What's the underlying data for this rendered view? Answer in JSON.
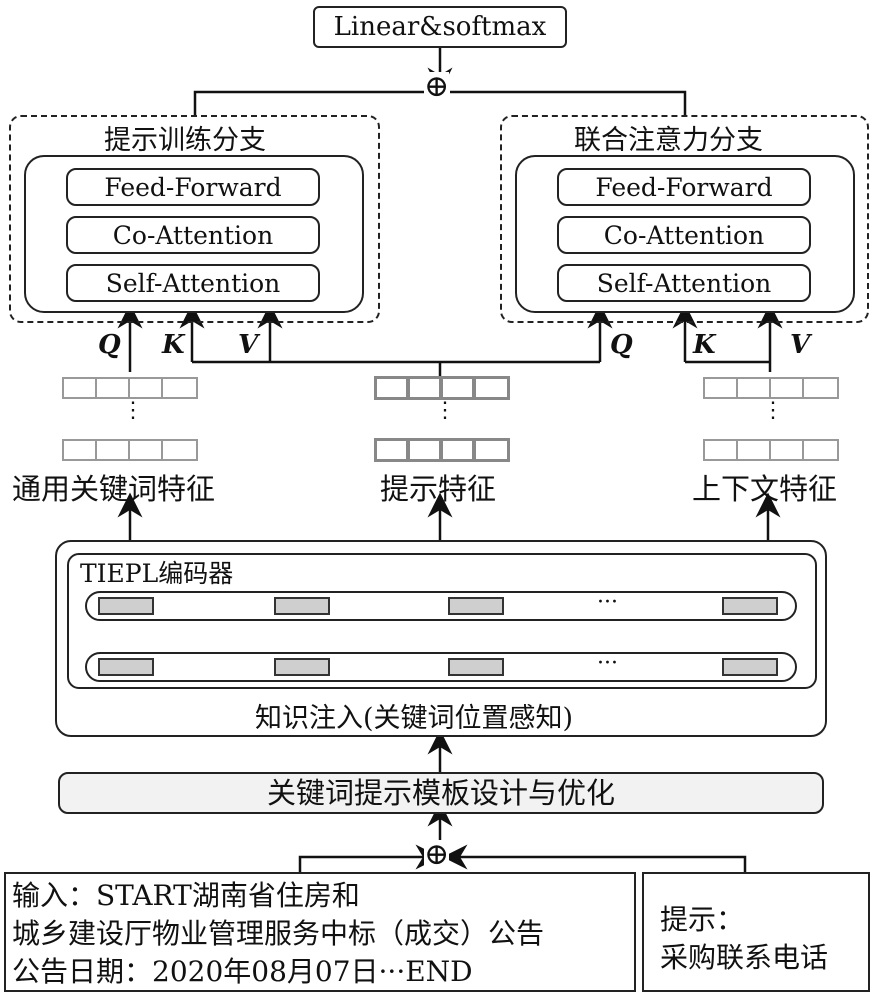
{
  "output": {
    "label": "Linear&softmax",
    "merge_symbol": "⊕"
  },
  "branches": {
    "left": {
      "title": "提示训练分支",
      "layers": [
        "Feed-Forward",
        "Co-Attention",
        "Self-Attention"
      ],
      "inputs": [
        "Q",
        "K",
        "V"
      ]
    },
    "right": {
      "title": "联合注意力分支",
      "layers": [
        "Feed-Forward",
        "Co-Attention",
        "Self-Attention"
      ],
      "inputs": [
        "Q",
        "K",
        "V"
      ]
    }
  },
  "features": {
    "general": "通用关键词特征",
    "prompt": "提示特征",
    "context": "上下文特征",
    "ellipsis_v": "⋮"
  },
  "encoder": {
    "title": "TIEPL编码器",
    "ellipsis_h": "···",
    "knowledge": "知识注入(关键词位置感知)"
  },
  "template": {
    "label": "关键词提示模板设计与优化"
  },
  "input_box": {
    "line1": "输入：START湖南省住房和",
    "line2": "城乡建设厅物业管理服务中标（成交）公告",
    "line3": "公告日期：2020年08月07日···END"
  },
  "prompt_box": {
    "line1": "提示：",
    "line2": "采购联系电话"
  }
}
